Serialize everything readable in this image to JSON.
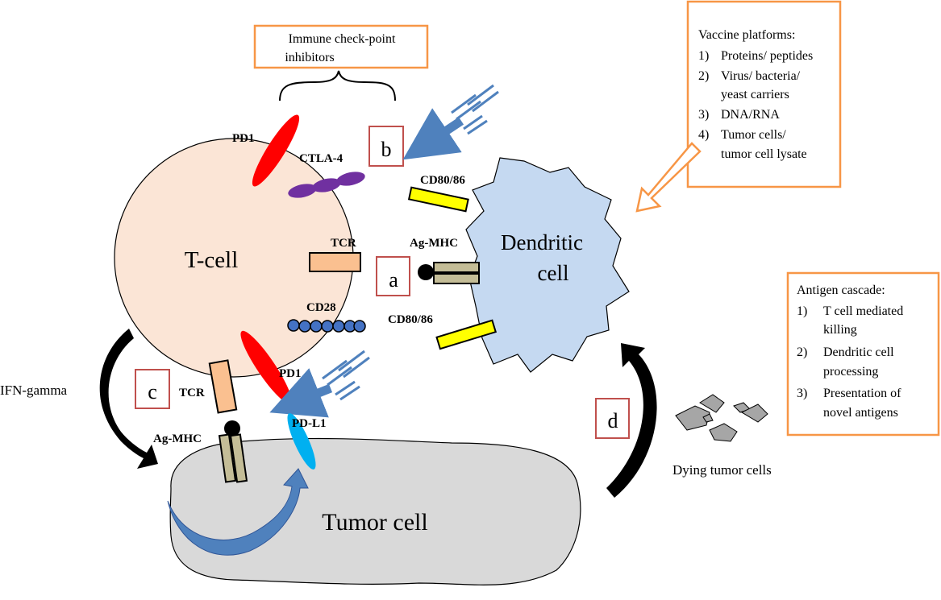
{
  "colors": {
    "tcell_fill": "#fbe5d6",
    "dendritic_fill": "#c5d9f1",
    "tumor_fill": "#d9d9d9",
    "orange_box": "#f79646",
    "label_box": "#c0504d",
    "pd1": "#ff0000",
    "ctla4": "#7030a0",
    "cd28": "#4472c4",
    "cd80": "#ffff00",
    "tcr": "#fac090",
    "mhc": "#c4bd97",
    "antibody": "#4f81bd",
    "pdl1": "#00b0f0",
    "debris": "#a6a6a6"
  },
  "cells": {
    "tcell": "T-cell",
    "dendritic_line1": "Dendritic",
    "dendritic_line2": "cell",
    "tumor": "Tumor cell"
  },
  "receptors": {
    "pd1_top": "PD1",
    "ctla4": "CTLA-4",
    "tcr_right": "TCR",
    "cd28": "CD28",
    "pd1_bottom": "PD1",
    "tcr_bottom": "TCR",
    "pdl1": "PD-L1",
    "ag_mhc_dc": "Ag-MHC",
    "ag_mhc_tumor": "Ag-MHC",
    "cd80_86_top": "CD80/86",
    "cd80_86_bottom": "CD80/86"
  },
  "boxes": {
    "checkpoint": {
      "line1": "Immune check-point",
      "line2": "inhibitors"
    },
    "vaccine": {
      "title": "Vaccine platforms:",
      "items": [
        {
          "num": "1)",
          "lines": [
            "Proteins/ peptides"
          ]
        },
        {
          "num": "2)",
          "lines": [
            "Virus/ bacteria/",
            "yeast carriers"
          ]
        },
        {
          "num": "3)",
          "lines": [
            "DNA/RNA"
          ]
        },
        {
          "num": "4)",
          "lines": [
            "Tumor cells/",
            "tumor cell lysate"
          ]
        }
      ]
    },
    "cascade": {
      "title": "Antigen cascade:",
      "items": [
        {
          "num": "1)",
          "lines": [
            "T cell mediated",
            "killing"
          ]
        },
        {
          "num": "2)",
          "lines": [
            "Dendritic cell",
            "processing"
          ]
        },
        {
          "num": "3)",
          "lines": [
            "Presentation of",
            "novel antigens"
          ]
        }
      ]
    }
  },
  "step_labels": {
    "a": "a",
    "b": "b",
    "c": "c",
    "d": "d"
  },
  "annotations": {
    "ifn": "IFN-gamma",
    "dying": "Dying tumor cells"
  }
}
